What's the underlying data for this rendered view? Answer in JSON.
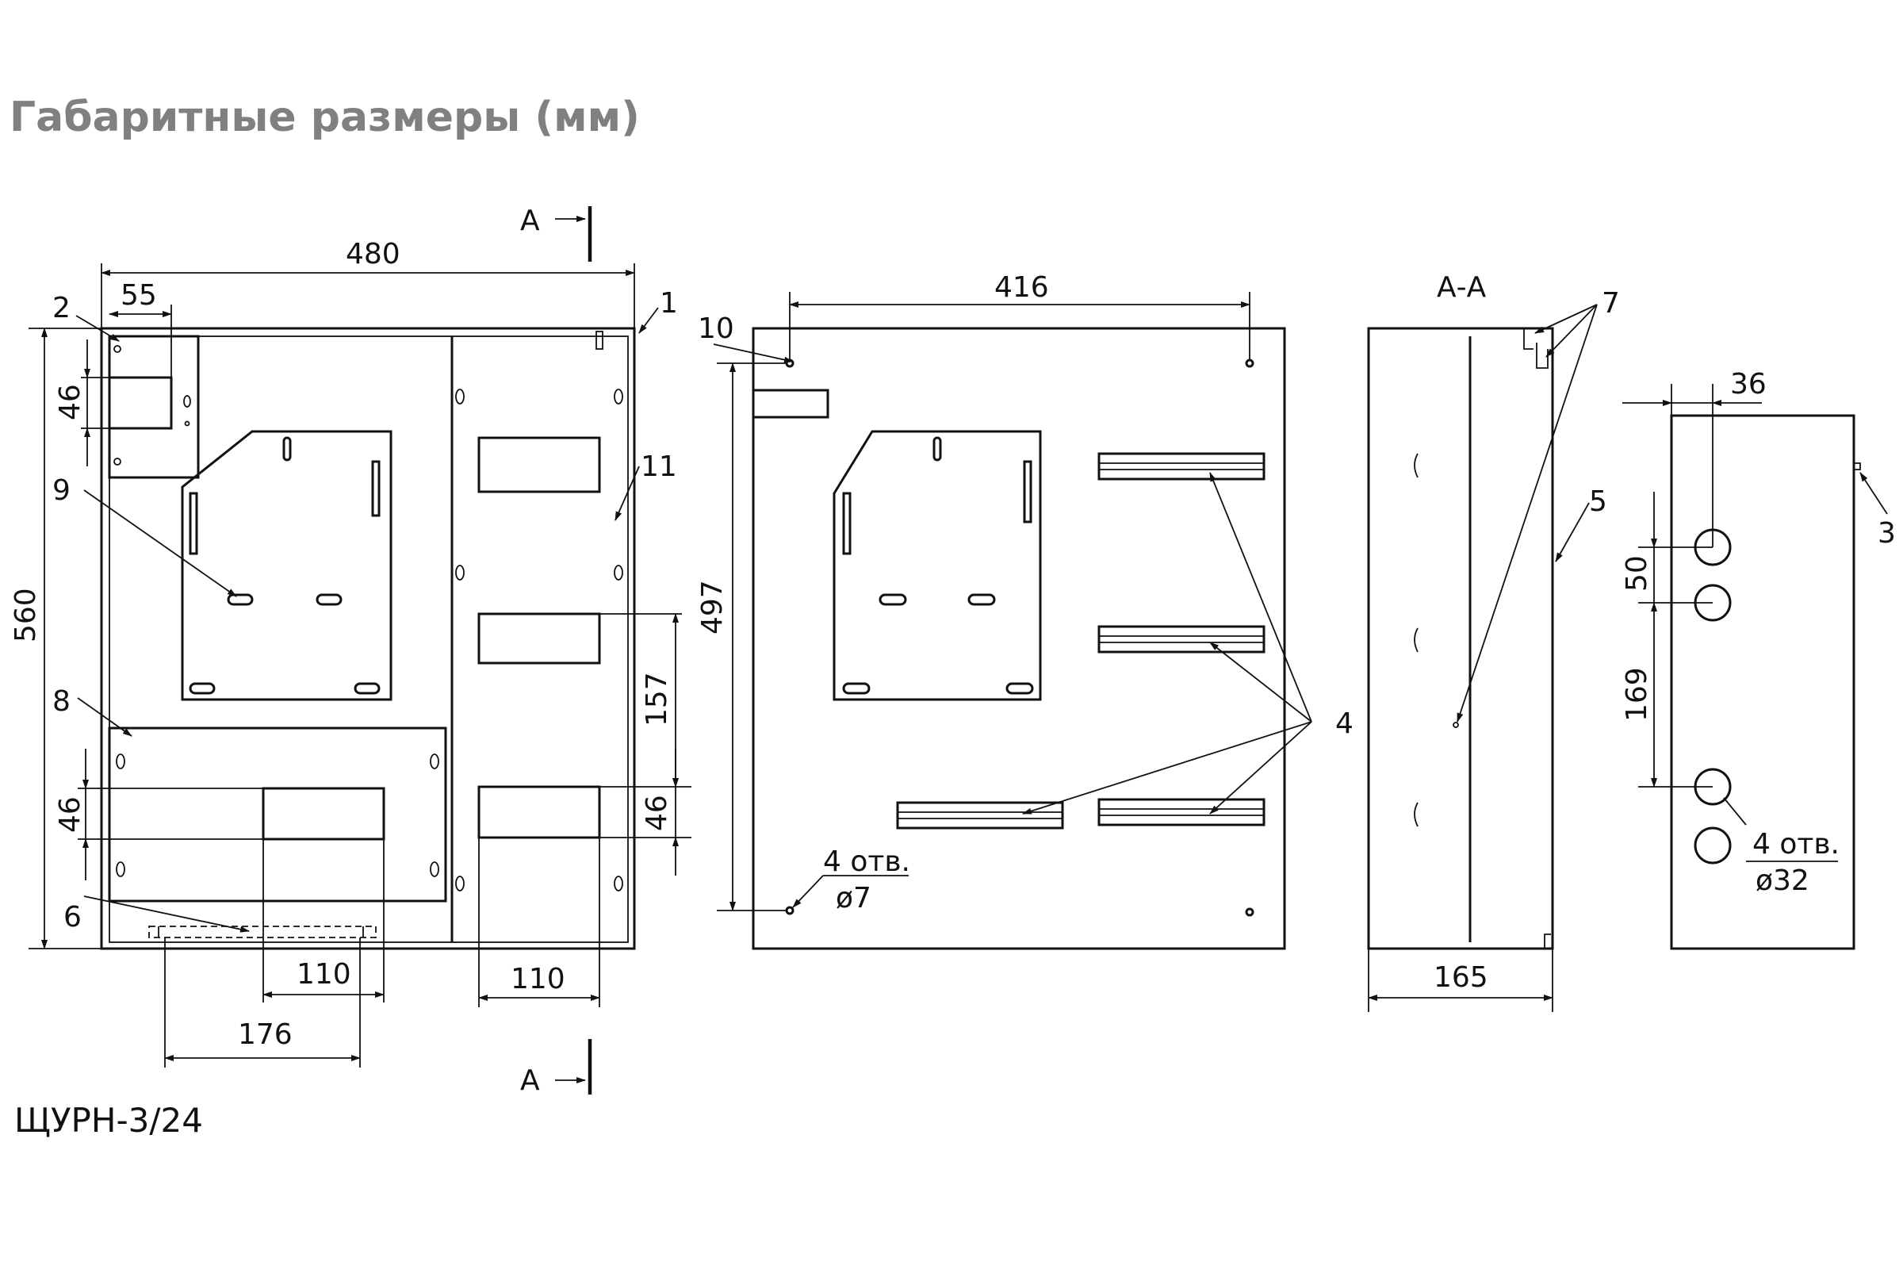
{
  "title": "Габаритные размеры (мм)",
  "model": "ЩУРН-3/24",
  "section_marks": {
    "top": "А",
    "bottom": "А",
    "section_view": "А-А"
  },
  "callouts": {
    "c1": "1",
    "c2": "2",
    "c3": "3",
    "c4": "4",
    "c5": "5",
    "c6": "6",
    "c7": "7",
    "c8": "8",
    "c9": "9",
    "c10": "10",
    "c11": "11"
  },
  "front_dims": {
    "width": "480",
    "height": "560",
    "d55": "55",
    "d46_top": "46",
    "d46_left": "46",
    "d46_right": "46",
    "d157": "157",
    "d110_a": "110",
    "d110_b": "110",
    "d176": "176"
  },
  "rear_dims": {
    "width": "416",
    "height": "497",
    "holes_count": "4 отв.",
    "holes_dia": "ø7"
  },
  "section_dims": {
    "depth": "165"
  },
  "side_dims": {
    "d36": "36",
    "d50": "50",
    "d169": "169",
    "holes_count": "4 отв.",
    "holes_dia": "ø32"
  }
}
